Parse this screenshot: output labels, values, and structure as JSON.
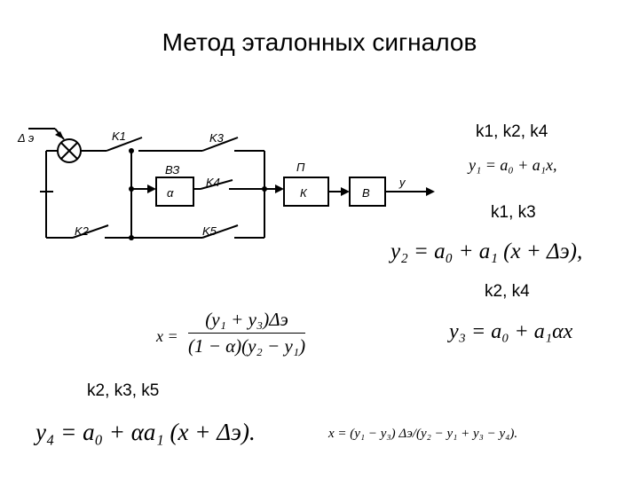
{
  "title": "Метод эталонных сигналов",
  "diagram": {
    "input_label": "Δ э",
    "switches": [
      "K1",
      "K2",
      "K3",
      "K4",
      "K5"
    ],
    "blocks": {
      "vz": "ВЗ",
      "alpha": "α",
      "p": "П",
      "k": "К",
      "v": "В"
    },
    "output_label": "y"
  },
  "cases": {
    "c1": "k1, k2, k4",
    "c2": "k1, k3",
    "c3": "k2, k4",
    "c4": "k2, k3, k5"
  },
  "equations": {
    "y1": "y₁ = a₀ + a₁x,",
    "y2": "y₂ = a₀ + a₁ (x + Δэ),",
    "y3": "y₃ = a₀ + a₁αx",
    "y4": "y₄ = a₀ + αa₁ (x + Δэ).",
    "x_lhs": "x =",
    "x_num": "(y₁ + y₃)Δэ",
    "x_den": "(1 − α)(y₂ − y₁)",
    "x_alt": "x = (y₁ − y₃) Δэ/(y₂ − y₁ + y₃ − y₄)."
  }
}
